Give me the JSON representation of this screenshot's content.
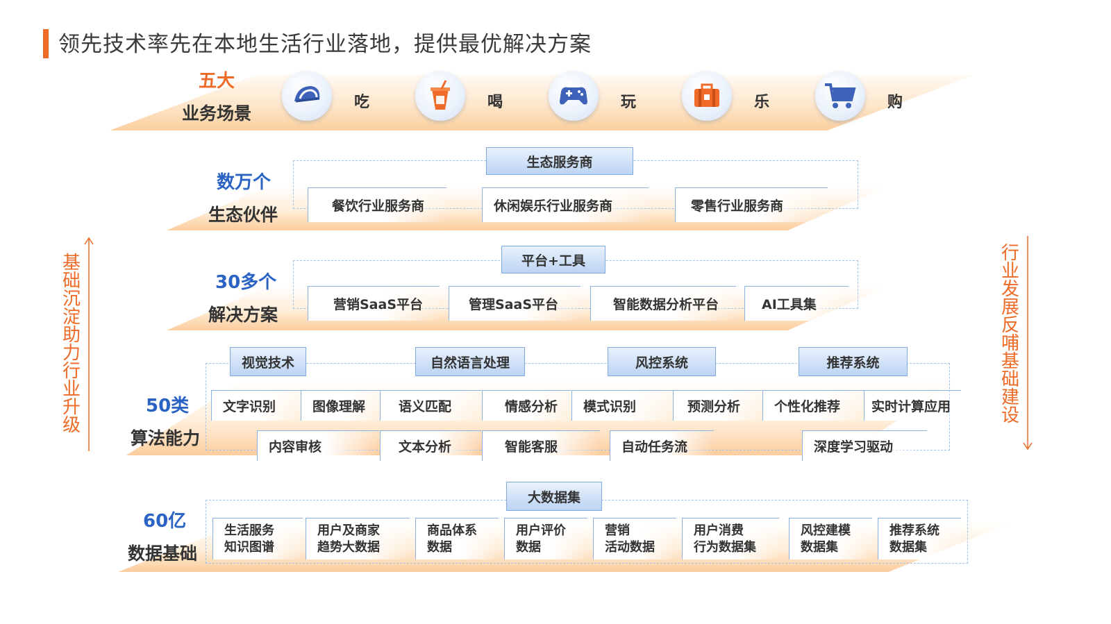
{
  "title": "领先技术率先在本地生活行业落地，提供最优解决方案",
  "colors": {
    "accent": "#ee6b27",
    "blue": "#2a63c4",
    "box_border": "#8bb0e2"
  },
  "side_left": [
    "基",
    "础",
    "沉",
    "淀",
    "助",
    "力",
    "行",
    "业",
    "升",
    "级"
  ],
  "side_right": [
    "行",
    "业",
    "发",
    "展",
    "反",
    "哺",
    "基",
    "础",
    "建",
    "设"
  ],
  "layers": {
    "scenes": {
      "top": "五大",
      "bottom": "业务场景",
      "items": [
        {
          "label": "吃",
          "icon": "taco-icon"
        },
        {
          "label": "喝",
          "icon": "drink-cup-icon"
        },
        {
          "label": "玩",
          "icon": "gamepad-icon"
        },
        {
          "label": "乐",
          "icon": "suitcase-icon"
        },
        {
          "label": "购",
          "icon": "shopping-cart-icon"
        }
      ]
    },
    "partners": {
      "num": "数万个",
      "label": "生态伙伴",
      "header": "生态服务商",
      "boxes": [
        "餐饮行业服务商",
        "休闲娱乐行业服务商",
        "零售行业服务商"
      ]
    },
    "solutions": {
      "num": "30多个",
      "label": "解决方案",
      "header": "平台+工具",
      "boxes": [
        "营销SaaS平台",
        "管理SaaS平台",
        "智能数据分析平台",
        "AI工具集"
      ]
    },
    "algorithms": {
      "num": "50类",
      "label": "算法能力",
      "headers": [
        "视觉技术",
        "自然语言处理",
        "风控系统",
        "推荐系统"
      ],
      "row1": [
        "文字识别",
        "图像理解",
        "语义匹配",
        "情感分析",
        "模式识别",
        "预测分析",
        "个性化推荐",
        "实时计算应用"
      ],
      "row2": [
        "内容审核",
        "文本分析",
        "智能客服",
        "自动任务流",
        "深度学习驱动"
      ]
    },
    "data": {
      "num": "60亿",
      "label": "数据基础",
      "header": "大数据集",
      "boxes": [
        [
          "生活服务",
          "知识图谱"
        ],
        [
          "用户及商家",
          "趋势大数据"
        ],
        [
          "商品体系",
          "数据"
        ],
        [
          "用户评价",
          "数据"
        ],
        [
          "营销",
          "活动数据"
        ],
        [
          "用户消费",
          "行为数据集"
        ],
        [
          "风控建模",
          "数据集"
        ],
        [
          "推荐系统",
          "数据集"
        ]
      ]
    }
  }
}
